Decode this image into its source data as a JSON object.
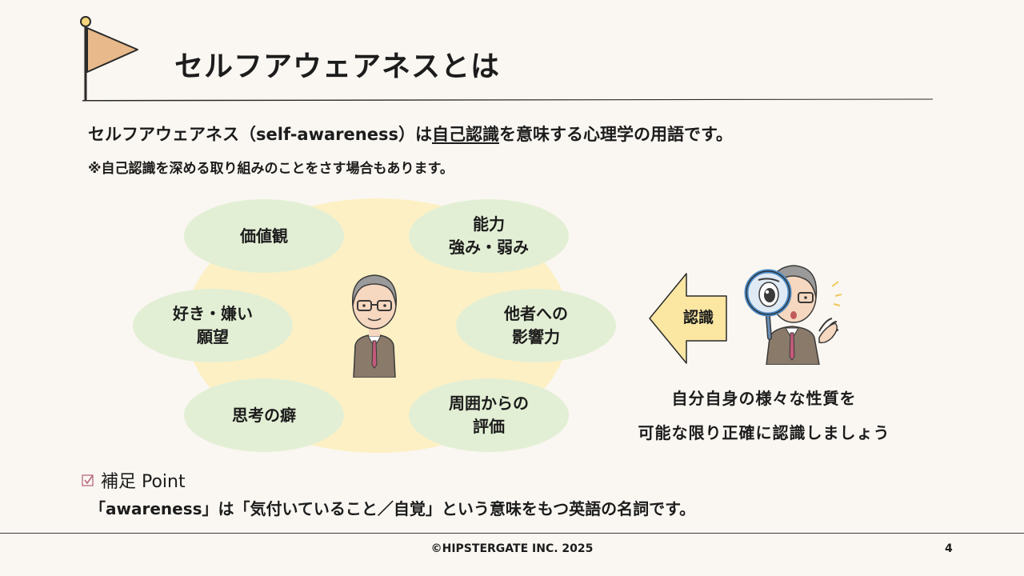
{
  "title": "セルフアウェアネスとは",
  "intro": {
    "before": "セルフアウェアネス（self-awareness）は",
    "emphasis": "自己認識",
    "after": "を意味する心理学の用語です。"
  },
  "note": "※自己認識を深める取り組みのことをさす場合もあります。",
  "diagram": {
    "ellipses": [
      "価値観",
      "能力\n強み・弱み",
      "好き・嫌い\n願望",
      "他者への\n影響力",
      "思考の癖",
      "周囲からの\n評価"
    ],
    "arrow_label": "認識",
    "caption_line1": "自分自身の様々な性質を",
    "caption_line2": "可能な限り正確に認識しましょう"
  },
  "point": {
    "heading": "補足 Point",
    "body": "「awareness」は「気付いていること／自覚」という意味をもつ英語の名詞です。"
  },
  "footer": {
    "copyright": "©HIPSTERGATE INC. 2025",
    "page": "4"
  },
  "colors": {
    "background": "#faf7f2",
    "ellipse": "#e3efd5",
    "glow": "#fdf0c4",
    "arrow": "#fbe6a2",
    "flag": "#e8b98a"
  }
}
